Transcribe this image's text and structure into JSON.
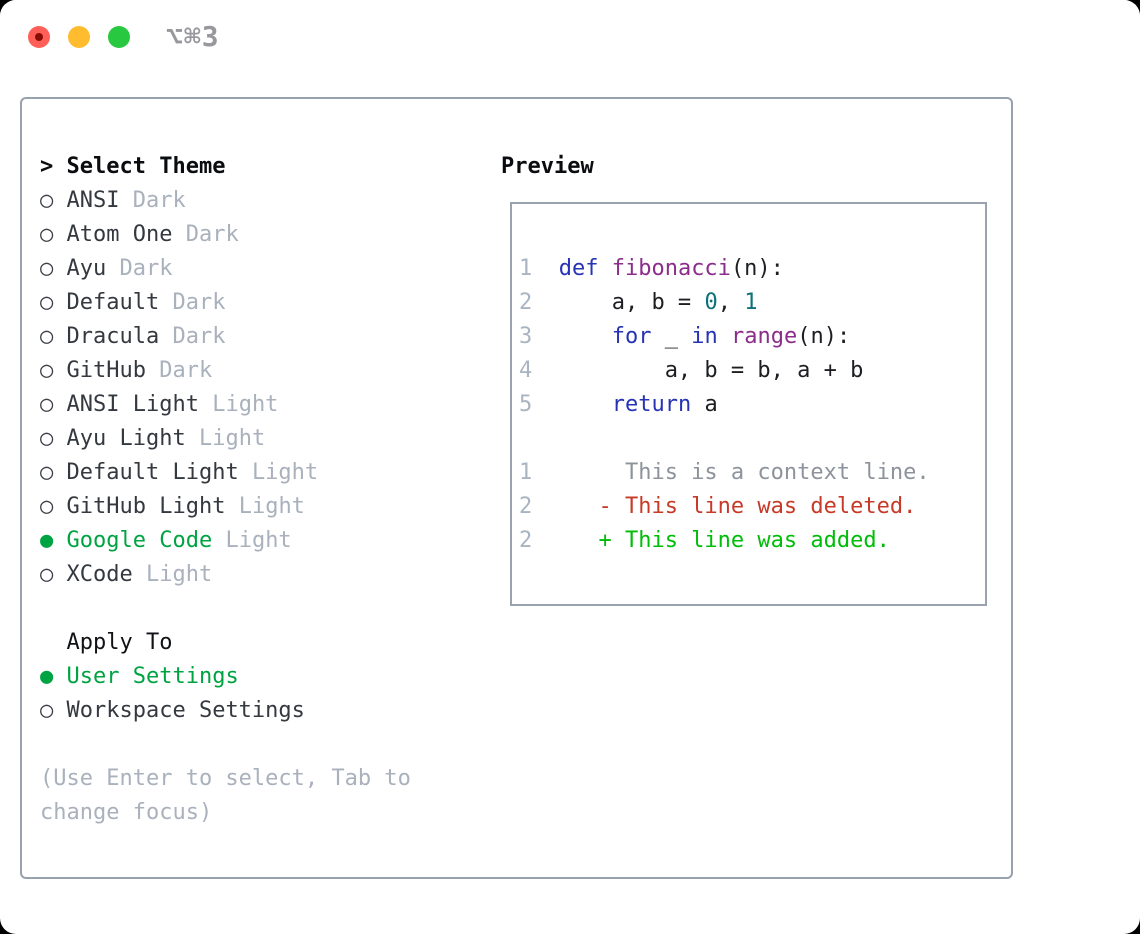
{
  "window": {
    "title": "⌥⌘3",
    "controls": [
      {
        "name": "close-button"
      },
      {
        "name": "minimize-button"
      },
      {
        "name": "zoom-button"
      }
    ]
  },
  "colors": {
    "accent_green": "#00a342",
    "muted_gray": "#a9b1bd",
    "panel_border": "#98a1ae",
    "keyword_blue": "#2633b4",
    "function_purple": "#8b2d8b",
    "literal_teal": "#0c7179",
    "diff_red": "#c73a28",
    "diff_green": "#00bd09",
    "traffic_red": "#ff5f57",
    "traffic_yellow": "#febc2e",
    "traffic_green": "#28c840"
  },
  "theme_picker": {
    "header_marker": ">",
    "header_label": "Select Theme",
    "items": [
      {
        "marker": "○",
        "name": "ANSI",
        "variant": "Dark",
        "selected": false
      },
      {
        "marker": "○",
        "name": "Atom One",
        "variant": "Dark",
        "selected": false
      },
      {
        "marker": "○",
        "name": "Ayu",
        "variant": "Dark",
        "selected": false
      },
      {
        "marker": "○",
        "name": "Default",
        "variant": "Dark",
        "selected": false
      },
      {
        "marker": "○",
        "name": "Dracula",
        "variant": "Dark",
        "selected": false
      },
      {
        "marker": "○",
        "name": "GitHub",
        "variant": "Dark",
        "selected": false
      },
      {
        "marker": "○",
        "name": "ANSI Light",
        "variant": "Light",
        "selected": false
      },
      {
        "marker": "○",
        "name": "Ayu Light",
        "variant": "Light",
        "selected": false
      },
      {
        "marker": "○",
        "name": "Default Light",
        "variant": "Light",
        "selected": false
      },
      {
        "marker": "○",
        "name": "GitHub Light",
        "variant": "Light",
        "selected": false
      },
      {
        "marker": "●",
        "name": "Google Code",
        "variant": "Light",
        "selected": true
      },
      {
        "marker": "○",
        "name": "XCode",
        "variant": "Light",
        "selected": false
      }
    ],
    "apply_to": {
      "label": "  Apply To",
      "options": [
        {
          "marker": "●",
          "name": "User Settings",
          "selected": true
        },
        {
          "marker": "○",
          "name": "Workspace Settings",
          "selected": false
        }
      ]
    },
    "hint_lines": [
      "(Use Enter to select, Tab to",
      "change focus)"
    ]
  },
  "preview": {
    "label": "Preview",
    "code_lines": [
      {
        "ln": "1",
        "tokens": [
          {
            "c": "kw",
            "s": " def"
          },
          {
            "c": "pl",
            "s": " "
          },
          {
            "c": "fn",
            "s": "fibonacci"
          },
          {
            "c": "pl",
            "s": "(n):"
          }
        ]
      },
      {
        "ln": "2",
        "tokens": [
          {
            "c": "pl",
            "s": "     a, b = "
          },
          {
            "c": "lit",
            "s": "0"
          },
          {
            "c": "pl",
            "s": ", "
          },
          {
            "c": "lit",
            "s": "1"
          }
        ]
      },
      {
        "ln": "3",
        "tokens": [
          {
            "c": "pl",
            "s": "     "
          },
          {
            "c": "kw",
            "s": "for"
          },
          {
            "c": "pl",
            "s": " _ "
          },
          {
            "c": "kw",
            "s": "in"
          },
          {
            "c": "pl",
            "s": " "
          },
          {
            "c": "fn",
            "s": "range"
          },
          {
            "c": "pl",
            "s": "(n):"
          }
        ]
      },
      {
        "ln": "4",
        "tokens": [
          {
            "c": "pl",
            "s": "         a, b = b, a + b"
          }
        ]
      },
      {
        "ln": "5",
        "tokens": [
          {
            "c": "pl",
            "s": "     "
          },
          {
            "c": "kw",
            "s": "return"
          },
          {
            "c": "pl",
            "s": " a"
          }
        ]
      }
    ],
    "diff_lines": [
      {
        "ln": "1",
        "kind": "context",
        "content": "      This is a context line."
      },
      {
        "ln": "2",
        "kind": "deleted",
        "content": "    - This line was deleted."
      },
      {
        "ln": "2",
        "kind": "added",
        "content": "    + This line was added."
      }
    ]
  }
}
